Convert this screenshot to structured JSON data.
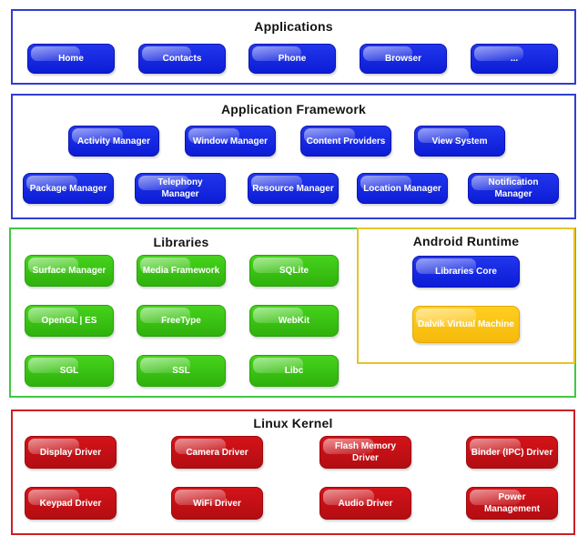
{
  "colors": {
    "applications_blue": "#1526e4",
    "libraries_green": "#3fcb18",
    "runtime_yellow": "#ffc913",
    "kernel_red": "#cc1016",
    "border_blue": "#2e3ed2",
    "border_green": "#41c841",
    "border_yellow": "#e5c428",
    "border_red": "#cb2026"
  },
  "sections": {
    "applications": {
      "title": "Applications",
      "buttons": [
        "Home",
        "Contacts",
        "Phone",
        "Browser",
        "..."
      ]
    },
    "application_framework": {
      "title": "Application Framework",
      "row1": [
        "Activity Manager",
        "Window Manager",
        "Content Providers",
        "View System"
      ],
      "row2": [
        "Package Manager",
        "Telephony Manager",
        "Resource Manager",
        "Location Manager",
        "Notification Manager"
      ]
    },
    "libraries": {
      "title": "Libraries",
      "buttons": [
        "Surface Manager",
        "Media Framework",
        "SQLite",
        "OpenGL | ES",
        "FreeType",
        "WebKit",
        "SGL",
        "SSL",
        "Libc"
      ]
    },
    "android_runtime": {
      "title": "Android Runtime",
      "buttons": [
        "Libraries Core",
        "Dalvik Virtual Machine"
      ]
    },
    "linux_kernel": {
      "title": "Linux Kernel",
      "row1": [
        "Display Driver",
        "Camera Driver",
        "Flash Memory Driver",
        "Binder (IPC) Driver"
      ],
      "row2": [
        "Keypad Driver",
        "WiFi Driver",
        "Audio Driver",
        "Power Management"
      ]
    }
  }
}
